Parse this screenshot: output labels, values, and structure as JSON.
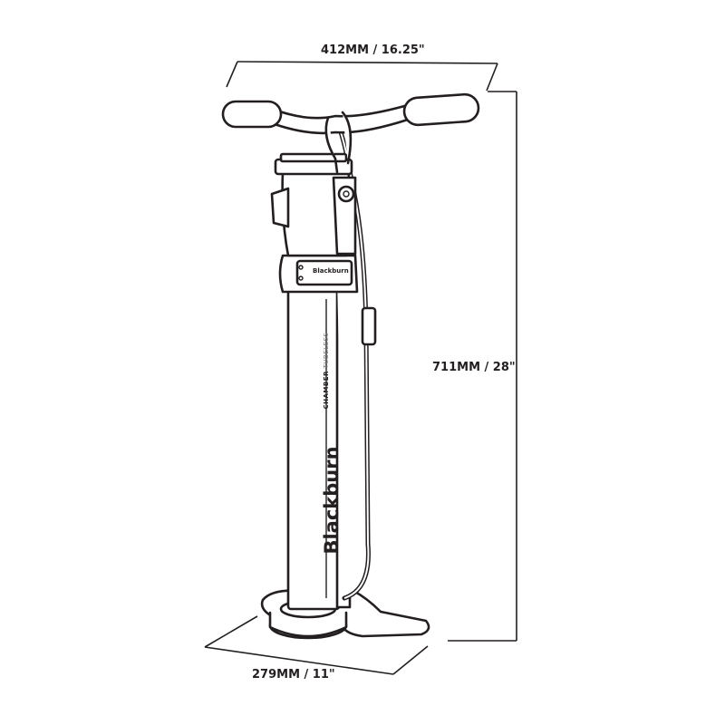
{
  "dimensions": {
    "width": "412MM / 16.25\"",
    "height": "711MM / 28\"",
    "base": "279MM / 11\""
  },
  "product": {
    "brand": "Blackburn",
    "model_line_1": "CHAMBER",
    "model_line_2": "TUBELESS",
    "collar_brand": "Blackburn"
  },
  "colors": {
    "line": "#231f20",
    "background": "#ffffff"
  }
}
